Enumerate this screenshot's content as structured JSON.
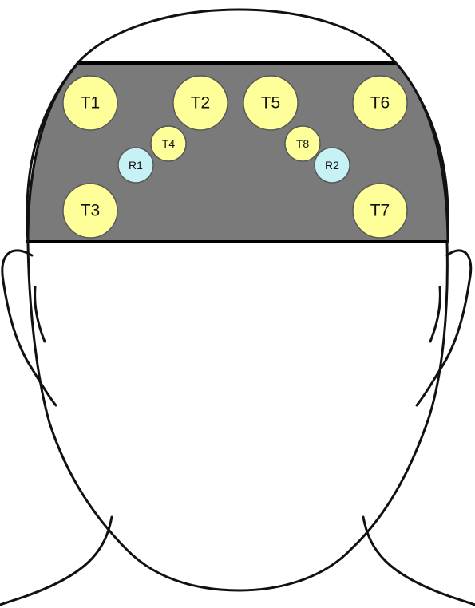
{
  "colors": {
    "band": "#7a7a7a",
    "transmitter_fill": "#ffff99",
    "receiver_fill": "#c6f2f6",
    "outline": "#111111"
  },
  "optodes": {
    "transmitters": [
      {
        "label": "T1"
      },
      {
        "label": "T2"
      },
      {
        "label": "T3"
      },
      {
        "label": "T4"
      },
      {
        "label": "T5"
      },
      {
        "label": "T6"
      },
      {
        "label": "T7"
      },
      {
        "label": "T8"
      }
    ],
    "receivers": [
      {
        "label": "R1"
      },
      {
        "label": "R2"
      }
    ]
  }
}
